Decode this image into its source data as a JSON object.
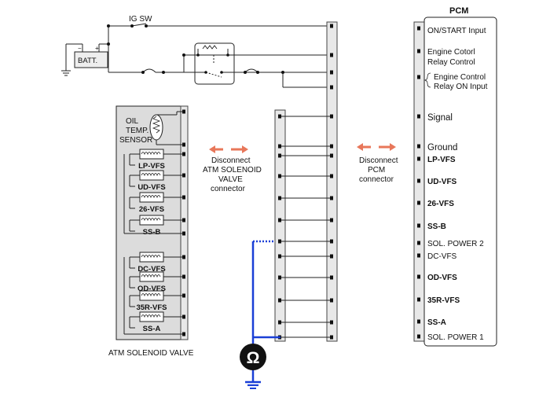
{
  "top": {
    "ig_sw": "IG SW",
    "batt": "BATT.",
    "minus": "−",
    "plus": "+"
  },
  "pcm": {
    "title": "PCM",
    "labels": {
      "on_start": "ON/START Input",
      "eng_ctrl_relay_1": "Engine Cotorl",
      "eng_ctrl_relay_2": "Relay Control",
      "eng_relay_on_1": "Engine Control",
      "eng_relay_on_2": "Relay ON Input",
      "signal": "Signal",
      "ground": "Ground",
      "lp_vfs": "LP-VFS",
      "ud_vfs": "UD-VFS",
      "vfs26": "26-VFS",
      "ss_b": "SS-B",
      "sol_power_2": "SOL. POWER 2",
      "dc_vfs": "DC-VFS",
      "od_vfs": "OD-VFS",
      "r35_vfs": "35R-VFS",
      "ss_a": "SS-A",
      "sol_power_1": "SOL. POWER 1"
    }
  },
  "solenoid": {
    "caption": "ATM SOLENOID VALVE",
    "sensor_1": "OIL",
    "sensor_2": "TEMP.",
    "sensor_3": "SENSOR",
    "valves": [
      "LP-VFS",
      "UD-VFS",
      "26-VFS",
      "SS-B",
      "DC-VFS",
      "OD-VFS",
      "35R-VFS",
      "SS-A"
    ]
  },
  "instructions": {
    "left_1": "Disconnect",
    "left_2": "ATM SOLENOID",
    "left_3": "VALVE",
    "left_4": "connector",
    "right_1": "Disconnect",
    "right_2": "PCM",
    "right_3": "connector"
  },
  "meter": {
    "symbol": "Ω"
  },
  "colors": {
    "probe": "#1a3fd6",
    "arrow": "#e8775a",
    "connector_fill": "#e8e8e8",
    "solenoid_fill": "#dcdcdc"
  }
}
